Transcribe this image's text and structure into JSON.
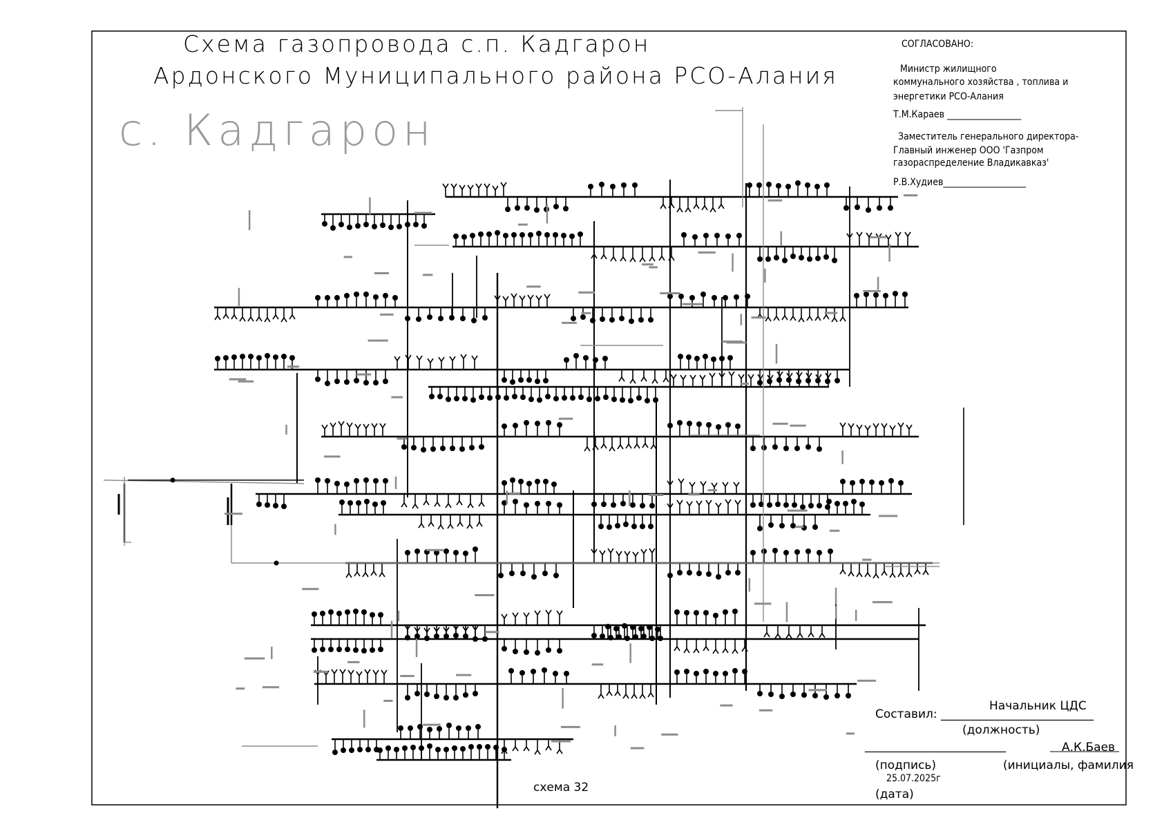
{
  "title": {
    "line1": "Схема газопровода с.п. Кадгарон",
    "line2": "Ардонского  Муниципального района РСО-Алания",
    "village": "с. Кадгарон"
  },
  "approval": {
    "header": "СОГЛАСОВАНО:",
    "org1_line1": "Министр жилищного",
    "org1_line2": "коммунального хозяйства , топлива и",
    "org1_line3": "энергетики РСО-Алания",
    "signer1": "Т.М.Караев _________________",
    "org2_line1": "Заместитель генерального директора-",
    "org2_line2": "Главный инженер  ООО 'Газпром",
    "org2_line3": "газораспределение Владикавказ'",
    "signer2": "Р.В.Худиев___________________"
  },
  "stamp": {
    "compiled_label": "Составил: __________________________",
    "position_value": "Начальник ЦДС",
    "position_caption": "(должность)",
    "signature_line": "________________________",
    "name_value": "А.К.Баев",
    "signature_caption": "(подпись)",
    "name_caption": "(инициалы, фамилия",
    "date_value": "25.07.2025г",
    "date_caption": "(дата)"
  },
  "scheme_label": "схема 32",
  "colors": {
    "pipe": "#000000",
    "pipe_secondary": "#8c8c8c",
    "frame": "#000000",
    "village_text": "#9a9a9a"
  }
}
